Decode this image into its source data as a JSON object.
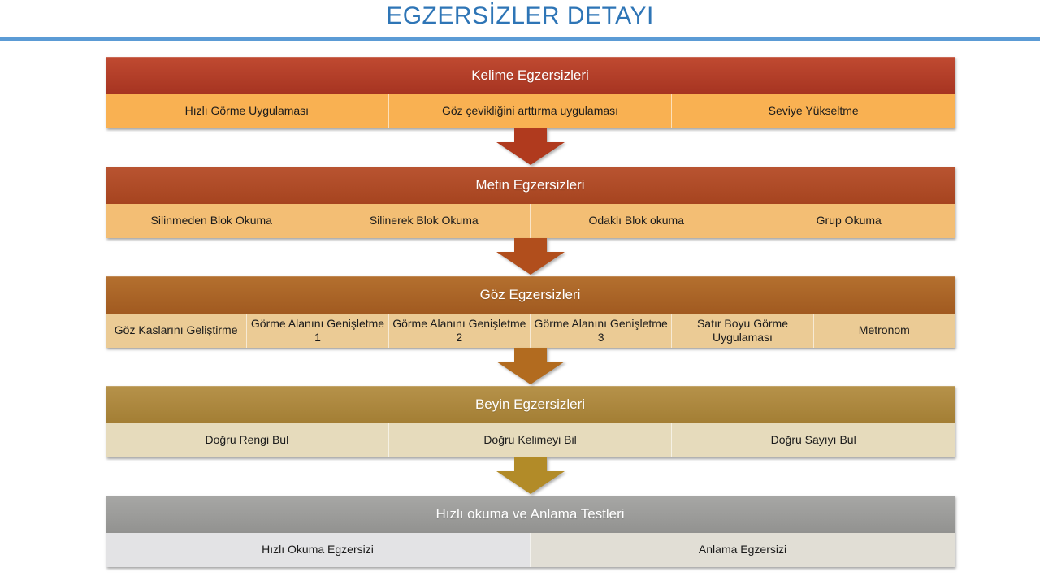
{
  "title": "EGZERSİZLER DETAYI",
  "accent": {
    "title_color": "#2E75B6",
    "rule_color": "#5B9BD5"
  },
  "sections": [
    {
      "header": "Kelime Egzersizleri",
      "header_top": "#C04A31",
      "header_bottom": "#A63421",
      "cell_bg": "#F9B152",
      "cells": [
        "Hızlı Görme Uygulaması",
        "Göz çevikliğini arttırma uygulaması",
        "Seviye Yükseltme"
      ],
      "arrow_color": "#B03A1E"
    },
    {
      "header": "Metin Egzersizleri",
      "header_top": "#B95431",
      "header_bottom": "#A6441F",
      "cell_bg": "#F3BE74",
      "cells": [
        "Silinmeden Blok Okuma",
        "Silinerek Blok Okuma",
        "Odaklı Blok okuma",
        "Grup Okuma"
      ],
      "arrow_color": "#B14E1C"
    },
    {
      "header": "Göz Egzersizleri",
      "header_top": "#B4702F",
      "header_bottom": "#A15A20",
      "cell_bg": "#EBCB95",
      "cells": [
        "Göz Kaslarını Geliştirme",
        "Görme Alanını Genişletme 1",
        "Görme Alanını Genişletme 2",
        "Görme Alanını Genişletme 3",
        "Satır Boyu Görme Uygulaması",
        "Metronom"
      ],
      "arrow_color": "#B26B1F"
    },
    {
      "header": "Beyin Egzersizleri",
      "header_top": "#B6924A",
      "header_bottom": "#A37E34",
      "cell_bg": "#E6DBBC",
      "cells": [
        "Doğru Rengi Bul",
        "Doğru Kelimeyi Bil",
        "Doğru Sayıyı Bul"
      ],
      "arrow_color": "#B28B28"
    },
    {
      "header": "Hızlı okuma ve Anlama Testleri",
      "header_top": "#A7A7A5",
      "header_bottom": "#929290",
      "cell_bg": "#E3E3E5",
      "cell_bgs": [
        "#E3E3E5",
        "#E1DED5"
      ],
      "cells": [
        "Hızlı Okuma Egzersizi",
        "Anlama Egzersizi"
      ],
      "arrow_color": null
    }
  ]
}
